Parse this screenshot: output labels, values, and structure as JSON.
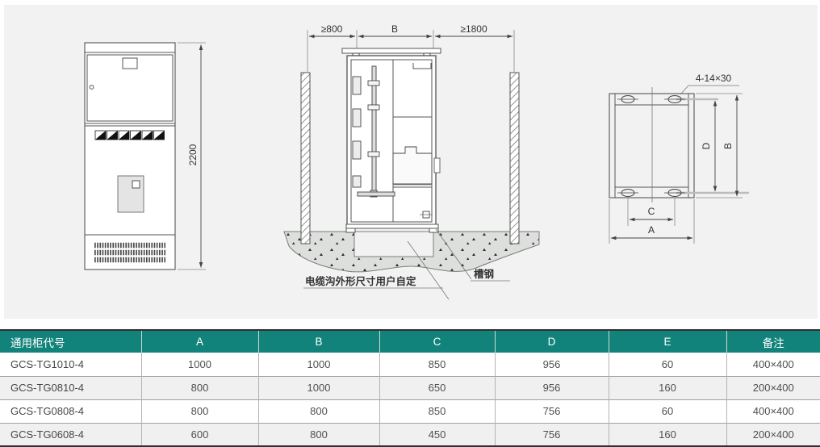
{
  "front_view": {
    "height_dim": "2200"
  },
  "install_view": {
    "dim_left": "≥800",
    "dim_width": "B",
    "dim_right": "≥1800",
    "label_channel_steel": "槽钢",
    "label_trench": "电缆沟外形尺寸用户自定"
  },
  "base_plan": {
    "label_holes": "4-14×30",
    "dim_a": "A",
    "dim_b": "B",
    "dim_c": "C",
    "dim_d": "D"
  },
  "table": {
    "headers": {
      "code": "通用柜代号",
      "a": "A",
      "b": "B",
      "c": "C",
      "d": "D",
      "e": "E",
      "remark": "备注"
    },
    "rows": [
      {
        "code": "GCS-TG1010-4",
        "a": "1000",
        "b": "1000",
        "c": "850",
        "d": "956",
        "e": "60",
        "remark": "400×400"
      },
      {
        "code": "GCS-TG0810-4",
        "a": "800",
        "b": "1000",
        "c": "650",
        "d": "956",
        "e": "160",
        "remark": "200×400"
      },
      {
        "code": "GCS-TG0808-4",
        "a": "800",
        "b": "800",
        "c": "850",
        "d": "756",
        "e": "60",
        "remark": "400×400"
      },
      {
        "code": "GCS-TG0608-4",
        "a": "600",
        "b": "800",
        "c": "450",
        "d": "756",
        "e": "160",
        "remark": "200×400"
      }
    ]
  },
  "colors": {
    "accent_teal": "#12837a",
    "panel_bg": "#f1f2f1",
    "row_alt": "#f0f0f0",
    "ground_fill": "#dcdfdc"
  }
}
